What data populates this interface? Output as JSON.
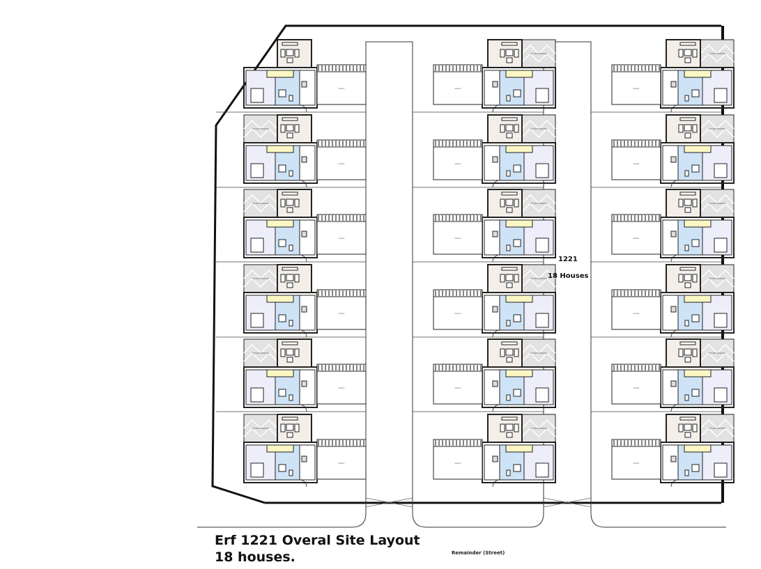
{
  "title_line1": "Erf 1221 Overal Site Layout",
  "title_line2": "18 houses.",
  "street_label": "Remainder (Street)",
  "erf_number": "1221",
  "houses_label": "18 Houses",
  "room_labels": {
    "expansion": "FUTURE EXPANSION",
    "yard": "Garden"
  },
  "layout": {
    "columns": 3,
    "rows": 6
  },
  "colors": {
    "living": "#f3efe8",
    "bedroom": "#eeeefa",
    "bath": "#cfe3f7",
    "passage": "#fbf7c4",
    "expansion": "#e2e2e2",
    "line": "#111111"
  }
}
